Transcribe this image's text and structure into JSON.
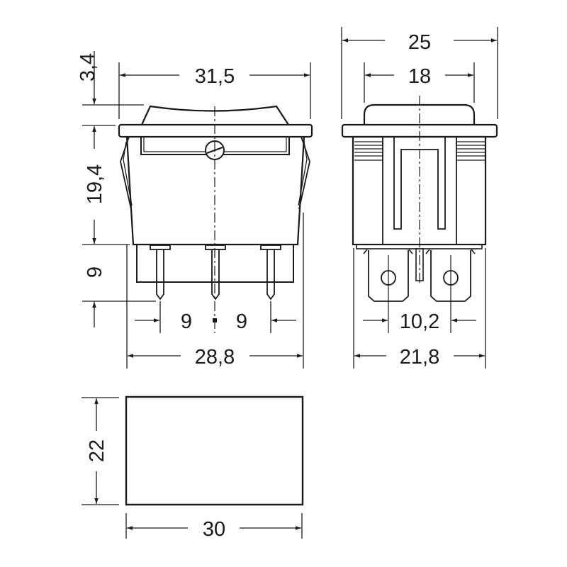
{
  "drawing": {
    "subject": "Rocker switch technical drawing",
    "units": "mm",
    "line_color": "#1a1a1a",
    "background": "#ffffff"
  },
  "front_view": {
    "dims": {
      "overall_width": "31,5",
      "rocker_height": "3,4",
      "body_height": "19,4",
      "terminal_length": "9",
      "pin_pitch_left": "9",
      "pin_pitch_right": "9",
      "body_width": "28,8"
    }
  },
  "side_view": {
    "dims": {
      "overall_width": "25",
      "rocker_width": "18",
      "terminal_spacing": "10,2",
      "body_width": "21,8"
    }
  },
  "cutout_view": {
    "dims": {
      "height": "22",
      "width": "30"
    }
  }
}
